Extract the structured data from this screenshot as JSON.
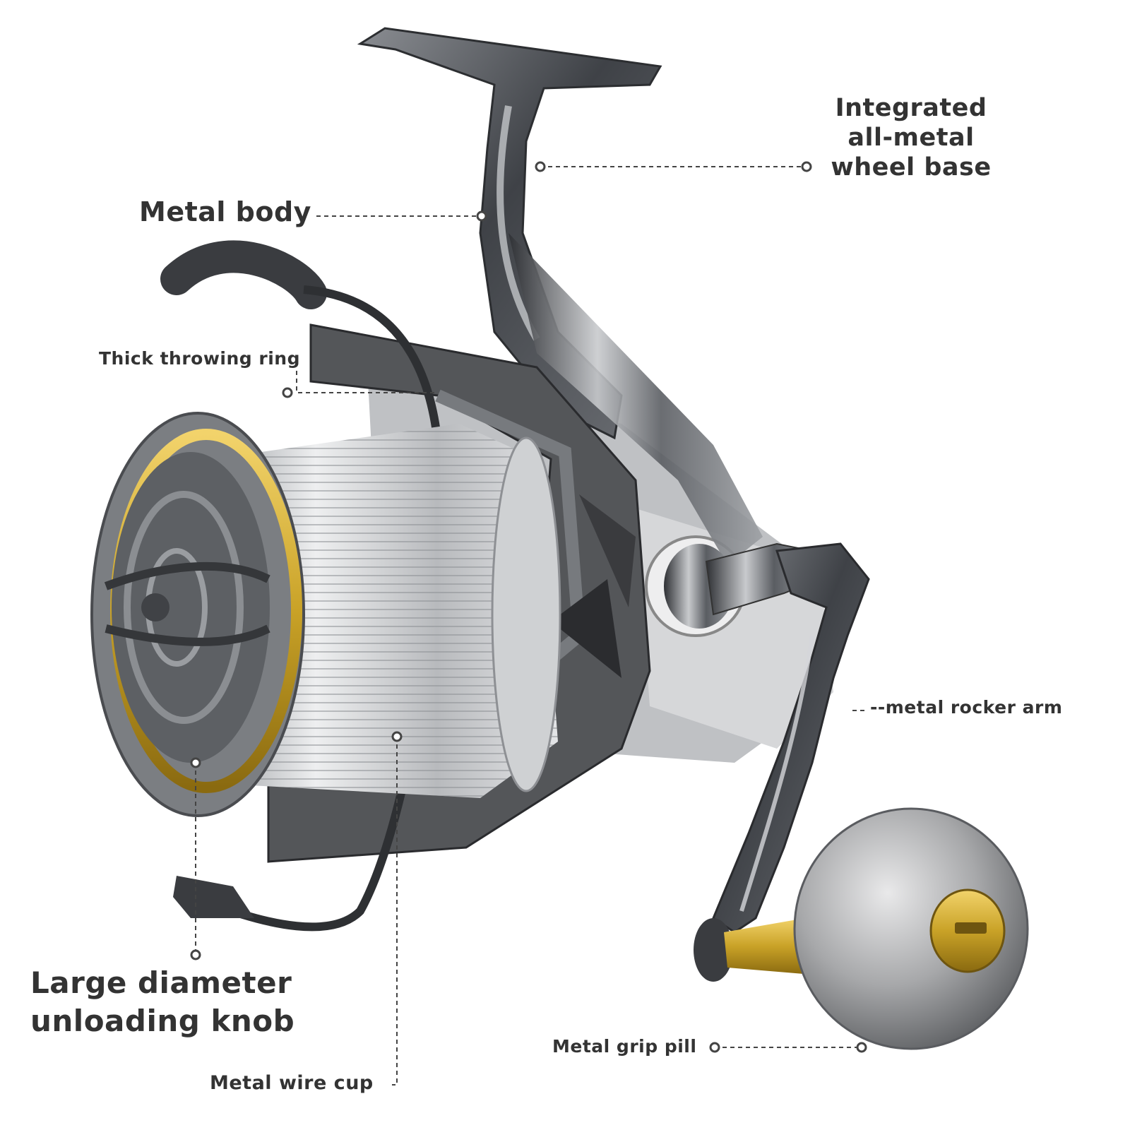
{
  "labels": {
    "wheel_base": "Integrated all-metal wheel base",
    "metal_body": "Metal body",
    "throwing_ring": "Thick throwing ring",
    "rocker_arm": "--metal rocker arm",
    "unloading_knob": "Large diameter unloading knob",
    "grip_pill": "Metal grip pill",
    "wire_cup": "Metal wire cup"
  },
  "colors": {
    "gold": "#c9a227",
    "dark_metal": "#4a4d52",
    "silver": "#c9cacc"
  }
}
